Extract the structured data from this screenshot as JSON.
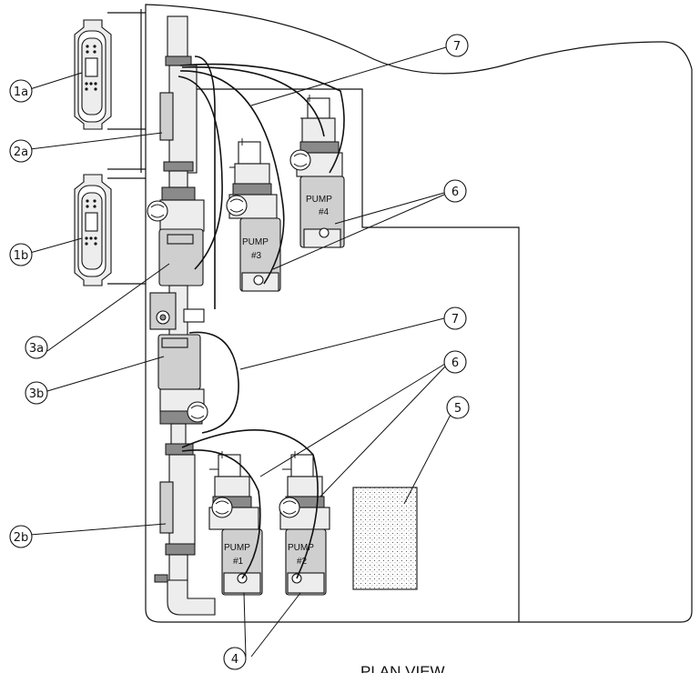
{
  "diagram": {
    "caption": "PLAN VIEW",
    "callouts": {
      "c1a": "1a",
      "c1b": "1b",
      "c2a": "2a",
      "c2b": "2b",
      "c3a": "3a",
      "c3b": "3b",
      "c4": "4",
      "c5": "5",
      "c6_upper": "6",
      "c6_lower": "6",
      "c7_upper": "7",
      "c7_lower": "7"
    },
    "pumps": {
      "pump1": {
        "line1": "PUMP",
        "line2": "#1"
      },
      "pump2": {
        "line1": "PUMP",
        "line2": "#2"
      },
      "pump3": {
        "line1": "PUMP",
        "line2": "#3"
      },
      "pump4": {
        "line1": "PUMP",
        "line2": "#4"
      }
    },
    "colors": {
      "component_fill": "#cfcfcf",
      "line": "#111111"
    }
  }
}
